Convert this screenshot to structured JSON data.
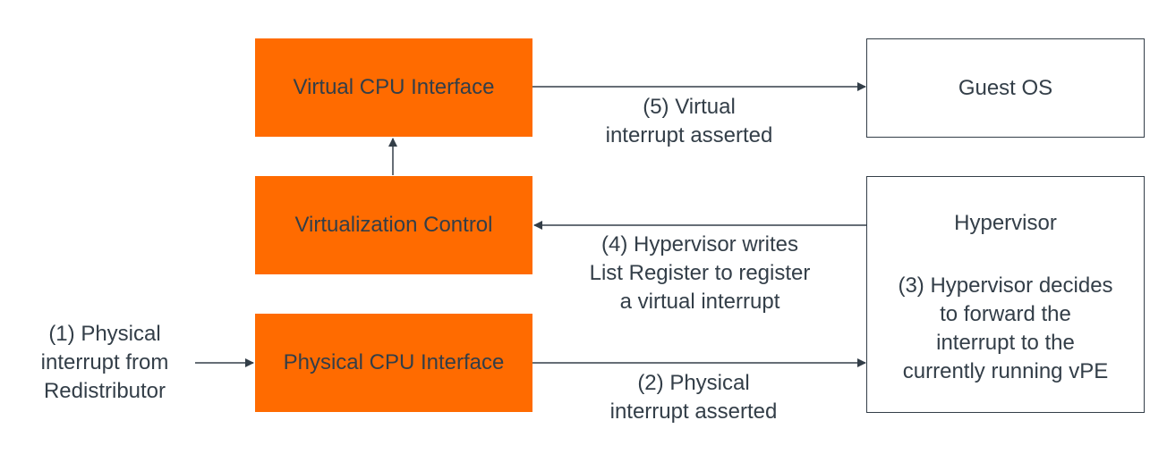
{
  "colors": {
    "accent": "#ff6b00",
    "text": "#333e48",
    "border": "#333e48"
  },
  "boxes": {
    "virtual_cpu": "Virtual CPU Interface",
    "virtualization_control": "Virtualization Control",
    "physical_cpu": "Physical CPU Interface",
    "guest_os": "Guest OS",
    "hypervisor": "Hypervisor"
  },
  "labels": {
    "step1": [
      "(1) Physical",
      "interrupt from",
      "Redistributor"
    ],
    "step2": [
      "(2) Physical",
      "interrupt asserted"
    ],
    "step3": [
      "(3) Hypervisor decides",
      "to forward the",
      "interrupt to the",
      "currently running vPE"
    ],
    "step4": [
      "(4) Hypervisor writes",
      "List Register to register",
      "a virtual interrupt"
    ],
    "step5": [
      "(5) Virtual",
      "interrupt asserted"
    ]
  }
}
